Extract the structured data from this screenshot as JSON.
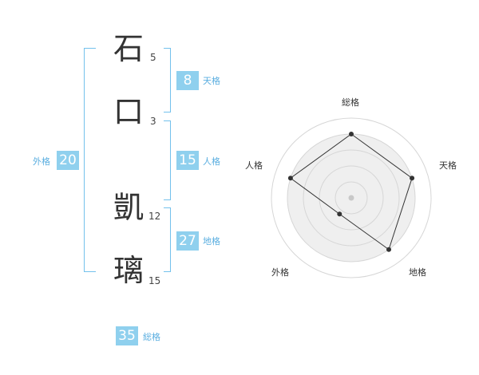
{
  "characters": [
    {
      "char": "石",
      "strokes": "5"
    },
    {
      "char": "口",
      "strokes": "3"
    },
    {
      "char": "凱",
      "strokes": "12"
    },
    {
      "char": "璃",
      "strokes": "15"
    }
  ],
  "fortunes": {
    "tenkaku": {
      "value": "8",
      "label": "天格"
    },
    "jinkaku": {
      "value": "15",
      "label": "人格"
    },
    "chikaku": {
      "value": "27",
      "label": "地格"
    },
    "gaikaku": {
      "value": "20",
      "label": "外格"
    },
    "soukaku": {
      "value": "35",
      "label": "総格"
    }
  },
  "radar": {
    "axes": [
      "総格",
      "天格",
      "地格",
      "外格",
      "人格"
    ],
    "values": [
      0.8,
      0.8,
      0.8,
      0.25,
      0.8
    ],
    "colors": {
      "line": "#333333",
      "fill": "#efefef",
      "grid": "#d6d6d6",
      "center": "#c8c8c8"
    }
  },
  "colors": {
    "badge": "#8fd0ee",
    "bracket": "#73c1ec",
    "label": "#5aaee0"
  }
}
